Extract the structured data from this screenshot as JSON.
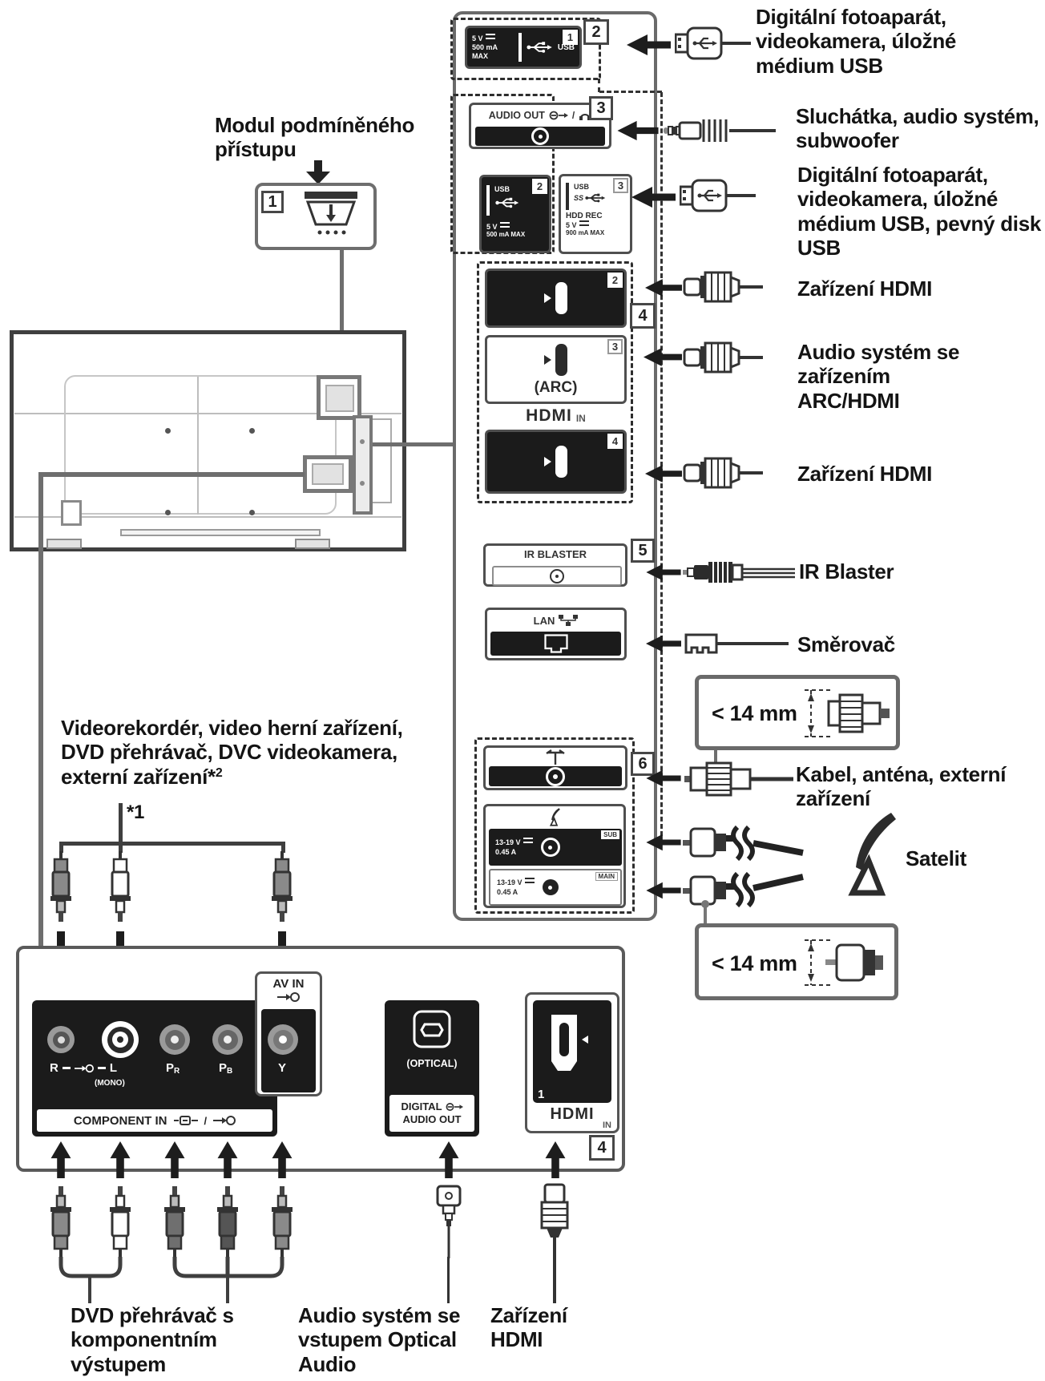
{
  "cam": {
    "label": "Modul podmíněného\npřístupu",
    "badge": "1"
  },
  "side_ports": {
    "usb1": {
      "outer_badge": "2",
      "corner_badge": "1",
      "volt": "5 V",
      "amp": "500 mA MAX",
      "usb": "USB"
    },
    "audio_out": {
      "badge": "3",
      "label": "AUDIO OUT",
      "sep": "/"
    },
    "usb2": {
      "corner_badge": "2",
      "usb": "USB",
      "volt": "5 V",
      "amp": "500 mA MAX"
    },
    "usb3": {
      "corner_badge": "3",
      "usb": "USB",
      "ss": "SS",
      "hdd": "HDD REC",
      "volt": "5 V",
      "amp": "900 mA MAX"
    },
    "hdmi": {
      "group_badge": "4",
      "hdmi2_badge": "2",
      "hdmi3_badge": "3",
      "hdmi4_badge": "4",
      "arc": "(ARC)",
      "logo": "HDMI",
      "logo_in": "IN"
    },
    "ir": {
      "badge": "5",
      "label": "IR BLASTER"
    },
    "lan": {
      "label": "LAN"
    },
    "antenna": {
      "badge": "6"
    },
    "sat": {
      "sub_volt": "13-19 V",
      "sub_amp": "0.45 A",
      "sub_tag": "SUB",
      "main_volt": "13-19 V",
      "main_amp": "0.45 A",
      "main_tag": "MAIN"
    }
  },
  "callouts": {
    "usb1_devices": "Digitální fotoaparát,\nvideokamera, úložné\nmédium USB",
    "audio_devices": "Sluchátka, audio systém,\nsubwoofer",
    "usb23_devices": "Digitální fotoaparát,\nvideokamera, úložné\nmédium USB, pevný disk\nUSB",
    "hdmi2_device": "Zařízení HDMI",
    "arc_device": "Audio systém se zařízením\nARC/HDMI",
    "hdmi4_device": "Zařízení HDMI",
    "ir_device": "IR Blaster",
    "lan_device": "Směrovač",
    "antenna_devices": "Kabel, anténa, externí\nzařízení",
    "sat_device": "Satelit",
    "size_note": "< 14 mm",
    "avin_devices": "Videorekordér, video herní zařízení,\nDVD přehrávač, DVC videokamera,\nexterní zařízení*",
    "avin_devices_sup": "2",
    "cable_note": "*1",
    "component_device": "DVD přehrávač s\nkomponentním\nvýstupem",
    "optical_device": "Audio systém se\nvstupem Optical\nAudio",
    "hdmi1_device": "Zařízení\nHDMI"
  },
  "bottom_panel": {
    "jack_r": "R",
    "jack_l": "L",
    "jack_l_sub": "(MONO)",
    "jack_p": "P",
    "jack_pr_sub": "R",
    "jack_pb_sub": "B",
    "jack_y": "Y",
    "component_label": "COMPONENT IN",
    "sep": "/",
    "av_in": "AV IN",
    "optical": "(OPTICAL)",
    "digital_line1": "DIGITAL",
    "digital_line2": "AUDIO OUT",
    "hdmi_num": "1",
    "hdmi_logo": "HDMI",
    "hdmi_in": "IN",
    "hdmi_badge": "4"
  }
}
